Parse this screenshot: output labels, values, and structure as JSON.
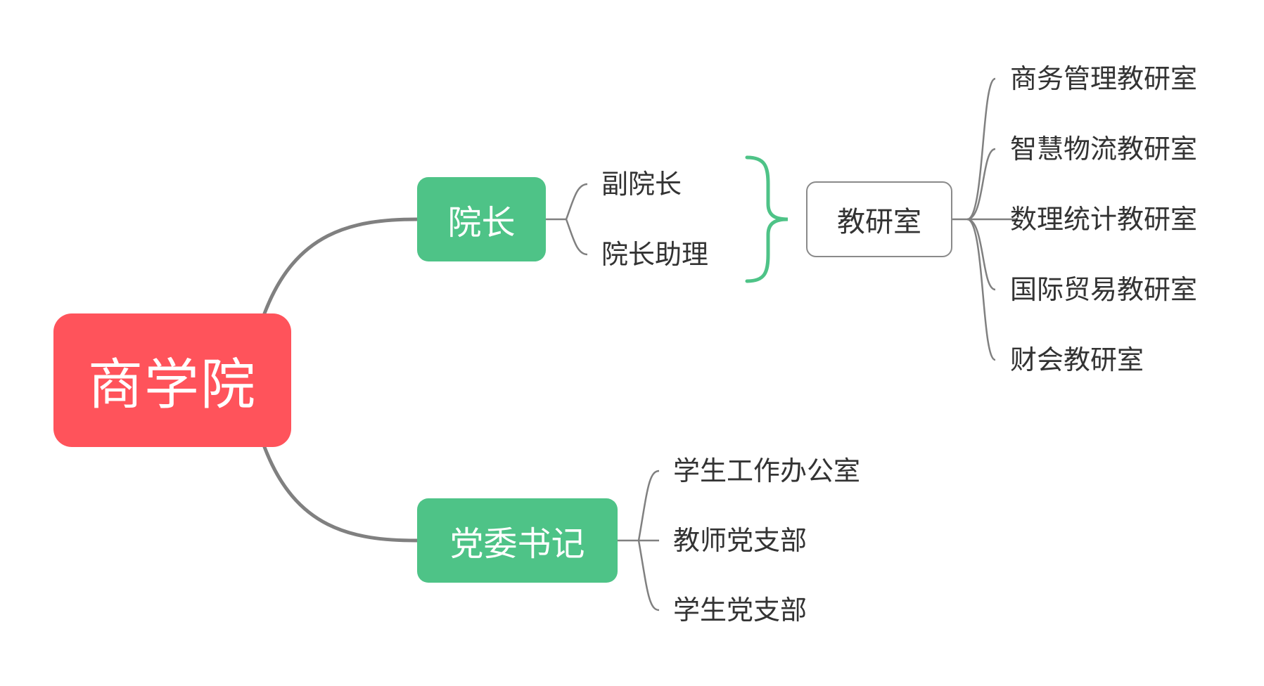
{
  "root": {
    "label": "商学院"
  },
  "dean": {
    "label": "院长",
    "children": [
      "副院长",
      "院长助理"
    ]
  },
  "office": {
    "label": "教研室",
    "children": [
      "商务管理教研室",
      "智慧物流教研室",
      "数理统计教研室",
      "国际贸易教研室",
      "财会教研室"
    ]
  },
  "party": {
    "label": "党委书记",
    "children": [
      "学生工作办公室",
      "教师党支部",
      "学生党支部"
    ]
  },
  "colors": {
    "root": "#ff535b",
    "branch": "#4ec387",
    "brace": "#4ec387",
    "line": "#808080",
    "text": "#333333"
  }
}
